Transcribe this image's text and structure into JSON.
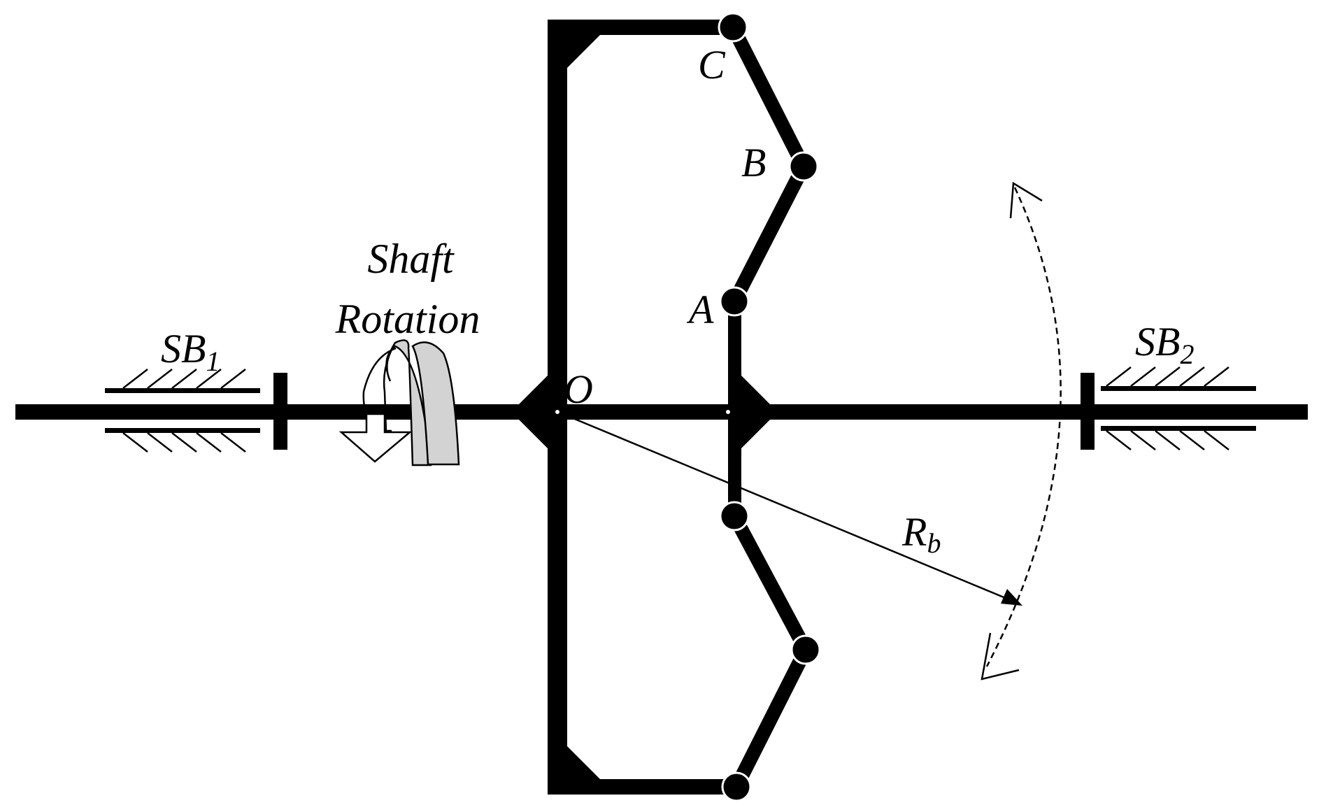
{
  "diagram": {
    "labels": {
      "point_c": "C",
      "point_b": "B",
      "point_a": "A",
      "point_o": "O",
      "shaft_rotation_line1": "Shaft",
      "shaft_rotation_line2": "Rotation",
      "sb1_main": "SB",
      "sb1_sub": "1",
      "sb2_main": "SB",
      "sb2_sub": "2",
      "radius_main": "R",
      "radius_sub": "b"
    },
    "colors": {
      "ink": "#000000",
      "arrow_fill": "#d3d3d3",
      "background": "#ffffff"
    }
  }
}
